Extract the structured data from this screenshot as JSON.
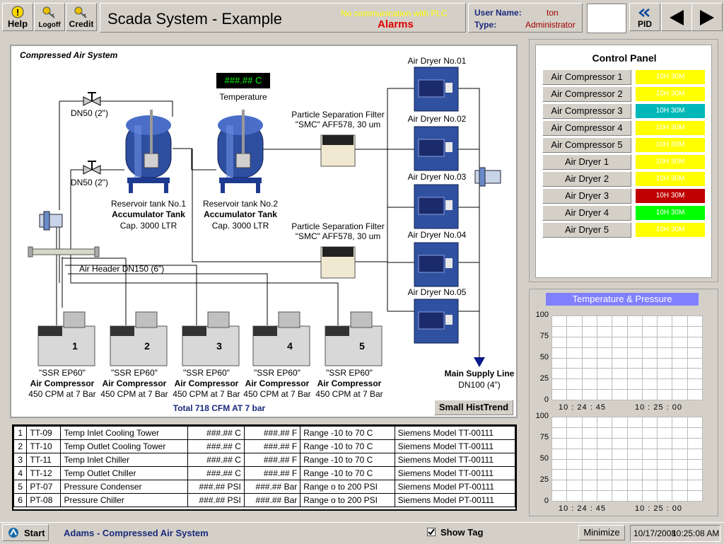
{
  "toolbar": {
    "help_label": "Help",
    "logoff_label": "Logoff",
    "credit_label": "Credit",
    "title": "Scada System - Example",
    "comm_status": "No communication with PLC",
    "alarms_label": "Alarms",
    "user_name_label": "User Name:",
    "user_name_value": "ton",
    "type_label": "Type:",
    "type_value": "Administrator",
    "pid_label": "PID"
  },
  "diagram": {
    "title": "Compressed Air System",
    "temperature_display": "###.## C",
    "temperature_label": "Temperature",
    "valve1_label": "DN50 (2\")",
    "valve2_label": "DN50 (2\")",
    "tank1": {
      "line1": "Reservoir tank No.1",
      "line2": "Accumulator Tank",
      "line3": "Cap. 3000 LTR"
    },
    "tank2": {
      "line1": "Reservoir tank No.2",
      "line2": "Accumulator Tank",
      "line3": "Cap. 3000 LTR"
    },
    "filter1": {
      "line1": "Particle Separation Filter",
      "line2": "\"SMC\" AFF578, 30 um"
    },
    "filter2": {
      "line1": "Particle Separation Filter",
      "line2": "\"SMC\" AFF578, 30 um"
    },
    "air_header_label": "Air Header DN150 (6\")",
    "dryers": [
      "Air Dryer No.01",
      "Air Dryer No.02",
      "Air Dryer No.03",
      "Air Dryer No.04",
      "Air Dryer No.05"
    ],
    "compressors": [
      {
        "num": "1",
        "model": "\"SSR EP60\"",
        "type": "Air Compressor",
        "spec": "450 CPM at 7 Bar"
      },
      {
        "num": "2",
        "model": "\"SSR EP60\"",
        "type": "Air Compressor",
        "spec": "450 CPM at 7 Bar"
      },
      {
        "num": "3",
        "model": "\"SSR EP60\"",
        "type": "Air Compressor",
        "spec": "450 CPM at 7 Bar"
      },
      {
        "num": "4",
        "model": "\"SSR EP60\"",
        "type": "Air Compressor",
        "spec": "450 CPM at 7 Bar"
      },
      {
        "num": "5",
        "model": "\"SSR EP60\"",
        "type": "Air Compressor",
        "spec": "450 CPM at 7 Bar"
      }
    ],
    "total_label": "Total 718 CFM AT 7 bar",
    "main_supply_line1": "Main Supply Line",
    "main_supply_line2": "DN100 (4\")",
    "hist_trend_label": "Small HistTrend"
  },
  "control_panel": {
    "title": "Control Panel",
    "items": [
      {
        "name": "Air Compressor 1",
        "value": "10H 30M",
        "color": "#ffff00"
      },
      {
        "name": "Air Compressor 2",
        "value": "10H 30M",
        "color": "#ffff00"
      },
      {
        "name": "Air Compressor 3",
        "value": "10H 30M",
        "color": "#00b8b8"
      },
      {
        "name": "Air Compressor 4",
        "value": "10H 30M",
        "color": "#ffff00"
      },
      {
        "name": "Air Compressor 5",
        "value": "10H 30M",
        "color": "#ffff00"
      },
      {
        "name": "Air Dryer 1",
        "value": "10H 30M",
        "color": "#ffff00"
      },
      {
        "name": "Air Dryer 2",
        "value": "10H 30M",
        "color": "#ffff00"
      },
      {
        "name": "Air Dryer 3",
        "value": "10H 30M",
        "color": "#c00000"
      },
      {
        "name": "Air Dryer 4",
        "value": "10H 30M",
        "color": "#00ff00"
      },
      {
        "name": "Air Dryer 5",
        "value": "10H 30M",
        "color": "#ffff00"
      }
    ]
  },
  "trend": {
    "title": "Temperature & Pressure",
    "y_ticks": [
      "100",
      "75",
      "50",
      "25",
      "0"
    ],
    "x_ticks": [
      "10 : 24 : 45",
      "10 : 25 : 00"
    ]
  },
  "tag_table": {
    "rows": [
      [
        "1",
        "TT-09",
        "Temp Inlet Cooling Tower",
        "###.## C",
        "###.## F",
        "Range -10 to 70 C",
        "Siemens Model TT-00111"
      ],
      [
        "2",
        "TT-10",
        "Temp Outlet Cooling Tower",
        "###.## C",
        "###.## F",
        "Range -10 to 70 C",
        "Siemens Model TT-00111"
      ],
      [
        "3",
        "TT-11",
        "Temp Inlet Chiller",
        "###.## C",
        "###.## F",
        "Range -10 to 70 C",
        "Siemens Model TT-00111"
      ],
      [
        "4",
        "TT-12",
        "Temp Outlet Chiller",
        "###.## C",
        "###.## F",
        "Range -10 to 70 C",
        "Siemens Model TT-00111"
      ],
      [
        "5",
        "PT-07",
        "Pressure Condenser",
        "###.## PSI",
        "###.## Bar",
        "Range o to 200 PSI",
        "Siemens Model PT-00111"
      ],
      [
        "6",
        "PT-08",
        "Pressure Chiller",
        "###.## PSI",
        "###.## Bar",
        "Range o to 200 PSI",
        "Siemens Model PT-00111"
      ]
    ]
  },
  "statusbar": {
    "start_label": "Start",
    "app_title": "Adams - Compressed Air System",
    "show_tag_label": "Show Tag",
    "minimize_label": "Minimize",
    "date": "10/17/2008",
    "time": "10:25:08 AM"
  }
}
